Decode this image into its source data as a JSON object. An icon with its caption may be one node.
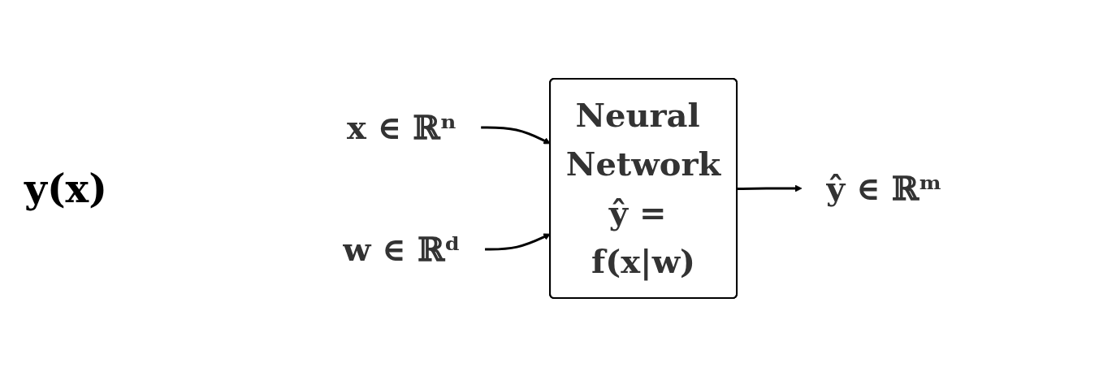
{
  "diagram": {
    "nodes": [
      {
        "text": [
          "x ∈ ℝⁿ"
        ]
      },
      {
        "text": [
          "Neural Network",
          "ŷ = f(x|w)"
        ]
      },
      {
        "text": [
          "ŷ ∈ ℝᵐ"
        ]
      },
      {
        "text": [
          "w ∈ ℝᵈ"
        ]
      }
    ],
    "edges": [
      {
        "from": 0,
        "to": 1,
        "arrow": "to"
      },
      {
        "from": 1,
        "to": 2,
        "arrow": "to"
      },
      {
        "from": 3,
        "to": 1,
        "arrow": "to"
      }
    ],
    "labels": [
      "y(x)"
    ]
  }
}
